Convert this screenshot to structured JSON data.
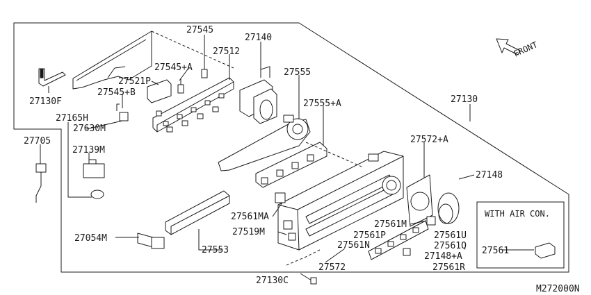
{
  "diagram_code": "M272000N",
  "direction_label": "FRONT",
  "inset": {
    "title": "WITH AIR CON.",
    "part_number": "27561"
  },
  "callouts": {
    "p27545": "27545",
    "p27512": "27512",
    "p27140": "27140",
    "p27545A": "27545+A",
    "p27521P": "27521P",
    "p27545B": "27545+B",
    "p27130F": "27130F",
    "p27555": "27555",
    "p27555A": "27555+A",
    "p27130": "27130",
    "p27165H": "27165H",
    "p27630M": "27630M",
    "p27705": "27705",
    "p27139M": "27139M",
    "p27572A": "27572+A",
    "p27148": "27148",
    "p27561MA": "27561MA",
    "p27561M": "27561M",
    "p27561U": "27561U",
    "p27054M": "27054M",
    "p27519M": "27519M",
    "p27561P": "27561P",
    "p27561Q": "27561Q",
    "p27561N": "27561N",
    "p27148A": "27148+A",
    "p27553": "27553",
    "p27572": "27572",
    "p27561R": "27561R",
    "p27130C": "27130C"
  }
}
